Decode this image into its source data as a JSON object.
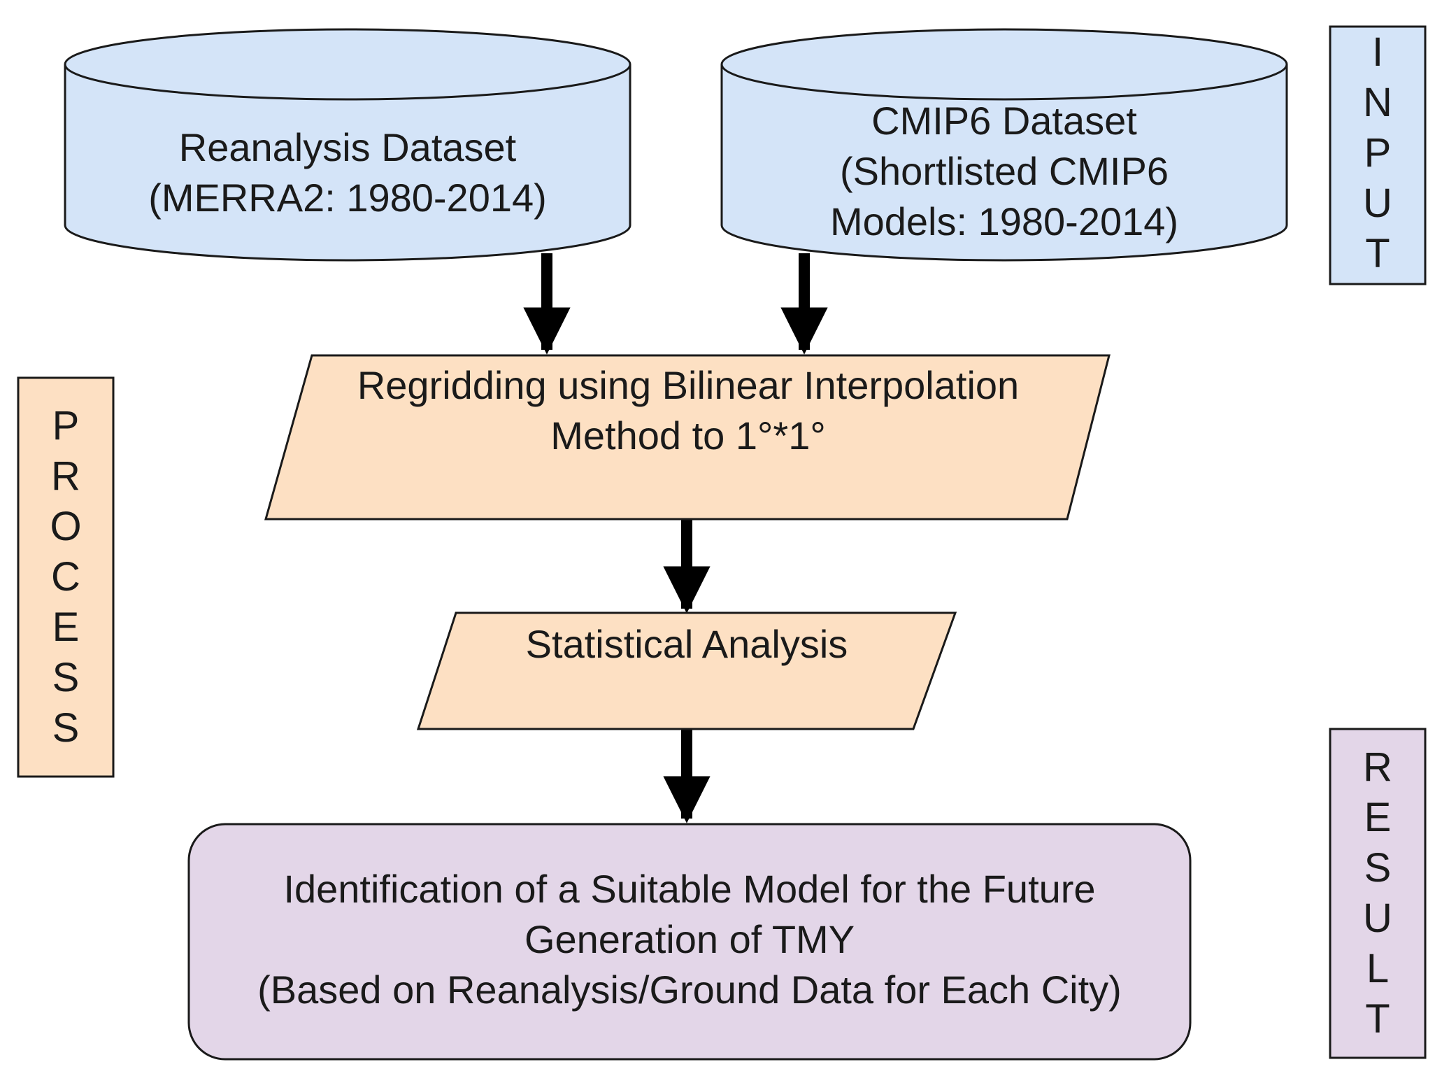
{
  "colors": {
    "input_fill": "#d4e4f8",
    "process_fill": "#fde0c3",
    "result_fill": "#e3d6e8",
    "stroke": "#1a1a1a",
    "arrow": "#000000"
  },
  "nodes": {
    "reanalysis": {
      "shape": "cylinder",
      "line1": "Reanalysis Dataset",
      "line2": "(MERRA2: 1980-2014)"
    },
    "cmip6": {
      "shape": "cylinder",
      "line1": "CMIP6 Dataset",
      "line2": "(Shortlisted CMIP6",
      "line3": "Models: 1980-2014)"
    },
    "regridding": {
      "shape": "parallelogram",
      "line1": "Regridding using Bilinear Interpolation",
      "line2": "Method to 1°*1°"
    },
    "statistical": {
      "shape": "parallelogram",
      "line1": "Statistical Analysis"
    },
    "identification": {
      "shape": "rounded-rectangle",
      "line1": "Identification of a Suitable Model for the Future",
      "line2": "Generation of TMY",
      "line3": "(Based on Reanalysis/Ground Data for Each City)"
    }
  },
  "side_labels": {
    "input": "INPUT",
    "process": "PROCESS",
    "result": "RESULT"
  },
  "edges": [
    {
      "from": "reanalysis",
      "to": "regridding"
    },
    {
      "from": "cmip6",
      "to": "regridding"
    },
    {
      "from": "regridding",
      "to": "statistical"
    },
    {
      "from": "statistical",
      "to": "identification"
    }
  ]
}
